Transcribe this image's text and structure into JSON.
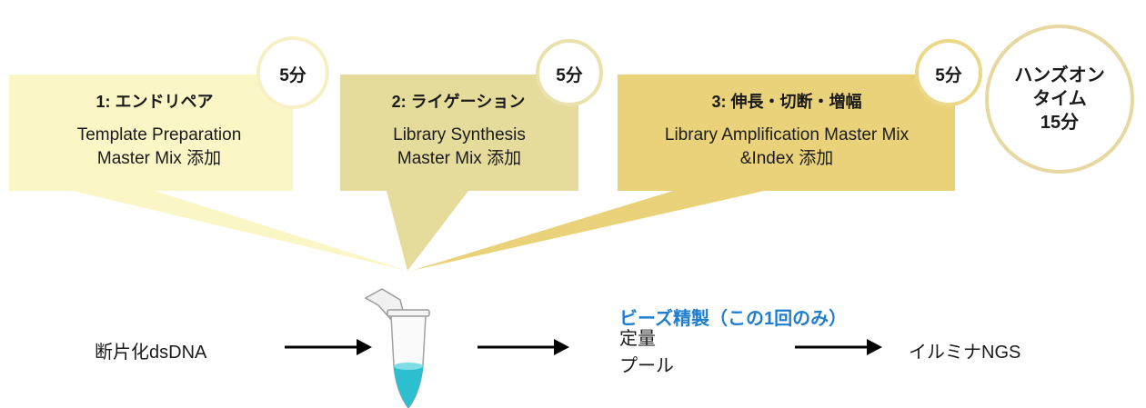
{
  "steps": [
    {
      "title": "1: エンドリペア",
      "line1": "Template Preparation",
      "line2": "Master Mix 添加",
      "time": "5分",
      "color": "#faf6c6"
    },
    {
      "title": "2: ライゲーション",
      "line1": "Library Synthesis",
      "line2": "Master Mix 添加",
      "time": "5分",
      "color": "#e5dc9c"
    },
    {
      "title": "3:  伸長・切断・増幅",
      "line1": "Library Amplification Master Mix",
      "line2": "&Index 添加",
      "time": "5分",
      "color": "#ead27a"
    }
  ],
  "hands_on": {
    "line1": "ハンズオン",
    "line2": "タイム",
    "line3": "15分"
  },
  "flow": {
    "input": "断片化dsDNA",
    "purification_title": "ビーズ精製（この1回のみ）",
    "quantify": "定量",
    "pool": "プール",
    "output": "イルミナNGS"
  },
  "colors": {
    "accent_blue": "#1f7ed0",
    "badge_border": "#e6d8a0",
    "liquid": "#2bbfd0"
  }
}
